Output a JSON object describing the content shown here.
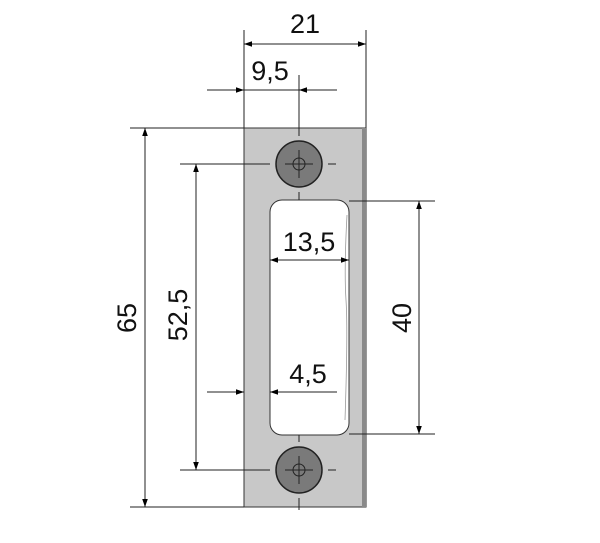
{
  "drawing": {
    "dimensions": {
      "overall_width": "21",
      "hole_offset": "9,5",
      "slot_width": "13,5",
      "slot_offset": "4,5",
      "overall_height": "65",
      "hole_spacing": "52,5",
      "slot_height": "40"
    },
    "colors": {
      "plate": "#c8c8c8",
      "plate_edge": "#8a8a8a",
      "screw": "#7a7a7a",
      "line": "#222222"
    }
  }
}
